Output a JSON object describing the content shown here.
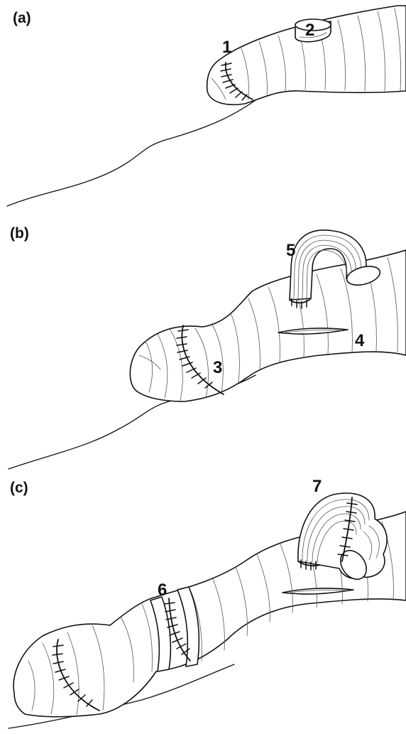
{
  "figure": {
    "panels": [
      {
        "id": "a",
        "label": "(a)",
        "numbers": [
          "1",
          "2"
        ]
      },
      {
        "id": "b",
        "label": "(b)",
        "numbers": [
          "3",
          "4",
          "5"
        ]
      },
      {
        "id": "c",
        "label": "(c)",
        "numbers": [
          "6",
          "7"
        ]
      }
    ]
  }
}
